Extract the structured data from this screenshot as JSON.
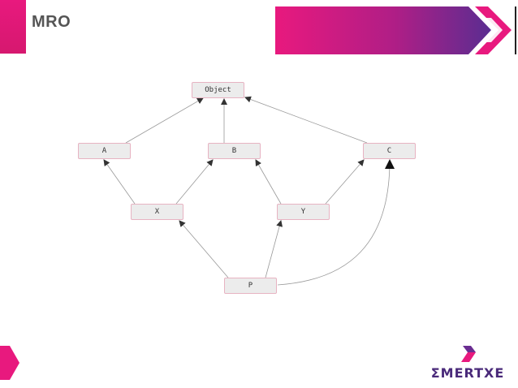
{
  "slide": {
    "title": "MRO"
  },
  "diagram": {
    "nodes": {
      "object": "Object",
      "a": "A",
      "b": "B",
      "c": "C",
      "x": "X",
      "y": "Y",
      "p": "P"
    }
  },
  "logo": {
    "text": "ΣMERTXE"
  },
  "colors": {
    "accent_pink": "#e8197e",
    "accent_purple": "#6a2d91",
    "node_fill": "#ececec",
    "node_border": "#e7b3c2",
    "edge": "#999999"
  }
}
